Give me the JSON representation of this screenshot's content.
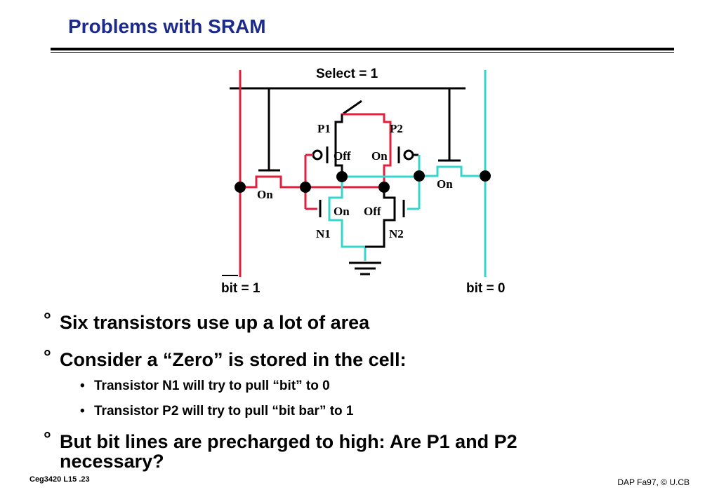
{
  "title": "Problems with SRAM",
  "diagram": {
    "select_label": "Select = 1",
    "bit_left_label": "bit = 1",
    "bit_right_label": "bit = 0",
    "p1": "P1",
    "p2": "P2",
    "n1": "N1",
    "n2": "N2",
    "p1_state": "Off",
    "p2_state": "On",
    "n1_state": "On",
    "n2_state": "Off",
    "access_left_state": "On",
    "access_right_state": "On",
    "colors": {
      "high": "#e0203c",
      "low": "#35d6cc",
      "wire": "#000000"
    }
  },
  "bullets": [
    {
      "marker": "°",
      "text": "Six transistors use up a lot of area"
    },
    {
      "marker": "°",
      "text": "Consider a “Zero” is stored in the cell:"
    },
    {
      "marker": "•",
      "text": "Transistor N1 will try to pull “bit” to 0"
    },
    {
      "marker": "•",
      "text": "Transistor P2 will try to pull “bit bar” to 1"
    },
    {
      "marker": "°",
      "text": "But bit lines are precharged to high: Are P1 and P2 necessary?"
    }
  ],
  "footer": {
    "left": "Ceg3420 L15 .23",
    "right": "DAP Fa97, © U.CB"
  }
}
